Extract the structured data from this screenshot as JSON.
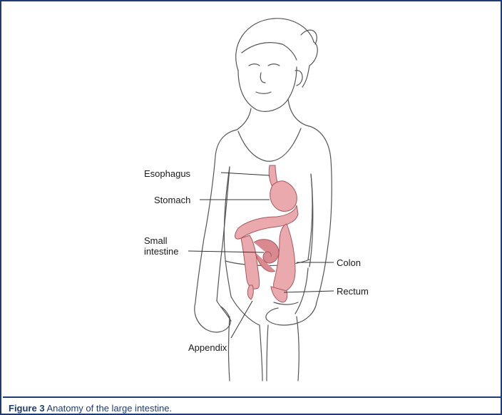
{
  "figure": {
    "labels": {
      "esophagus": "Esophagus",
      "stomach": "Stomach",
      "small_intestine_line1": "Small",
      "small_intestine_line2": "intestine",
      "colon": "Colon",
      "rectum": "Rectum",
      "appendix": "Appendix"
    },
    "colors": {
      "outline": "#555555",
      "organ_fill": "#e9a9ad",
      "organ_shade": "#c77178",
      "frame": "#1f3b73"
    }
  },
  "caption": {
    "number": "Figure 3",
    "text": "Anatomy of the large intestine."
  }
}
